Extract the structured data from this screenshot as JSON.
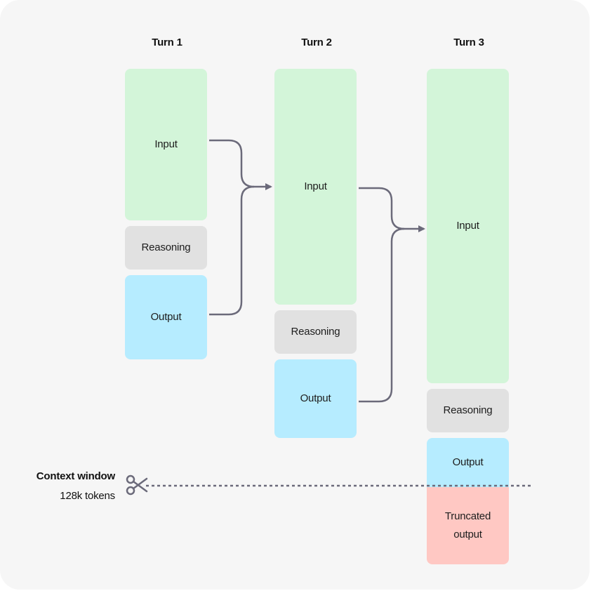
{
  "turns": [
    {
      "title": "Turn 1",
      "input": "Input",
      "reasoning": "Reasoning",
      "output": "Output"
    },
    {
      "title": "Turn 2",
      "input": "Input",
      "reasoning": "Reasoning",
      "output": "Output"
    },
    {
      "title": "Turn 3",
      "input": "Input",
      "reasoning": "Reasoning",
      "output": "Output",
      "truncated": "Truncated\noutput"
    }
  ],
  "context_window": {
    "title": "Context window",
    "subtitle": "128k tokens"
  },
  "colors": {
    "input": "#d3f5d9",
    "reasoning": "#e1e1e1",
    "output": "#b6ecff",
    "truncated": "#ffc8c3",
    "connector": "#6b6a7a",
    "background": "#f6f6f6"
  },
  "icons": {
    "cut_marker": "scissors-icon"
  }
}
